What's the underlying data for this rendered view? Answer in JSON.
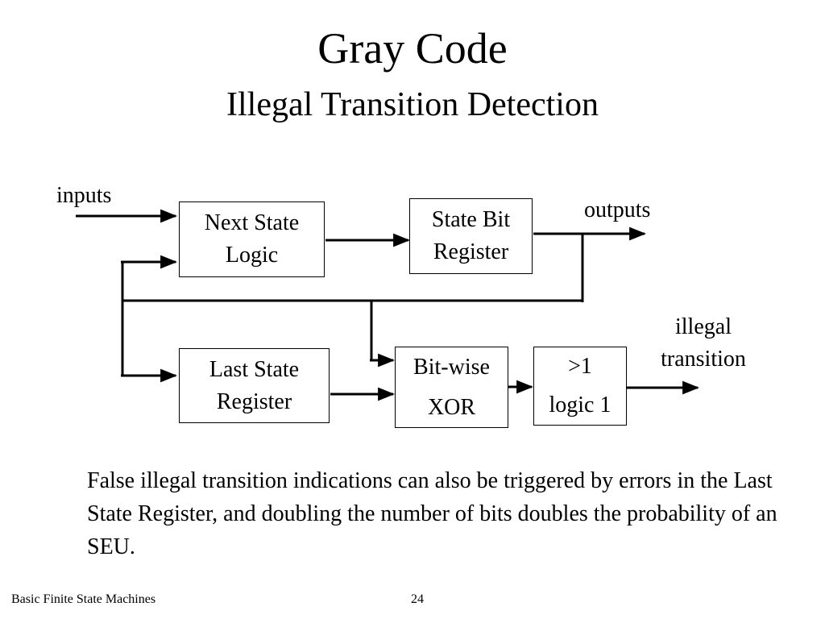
{
  "title": "Gray Code",
  "subtitle": "Illegal Transition Detection",
  "diagram": {
    "blocks": {
      "next_state_logic": [
        "Next State",
        "Logic"
      ],
      "state_bit_register": [
        "State Bit",
        "Register"
      ],
      "last_state_register": [
        "Last State",
        "Register"
      ],
      "bitwise_xor": [
        "Bit-wise",
        "XOR"
      ],
      "gt1_logic1": [
        ">1",
        "logic 1"
      ]
    },
    "labels": {
      "inputs": "inputs",
      "outputs": "outputs",
      "illegal_transition": [
        "illegal",
        "transition"
      ]
    }
  },
  "body_text": "False illegal transition indications can also be triggered by errors in the Last State Register, and doubling the number of bits doubles the probability of an SEU.",
  "footer": {
    "title": "Basic Finite State Machines",
    "page_number": "24"
  }
}
